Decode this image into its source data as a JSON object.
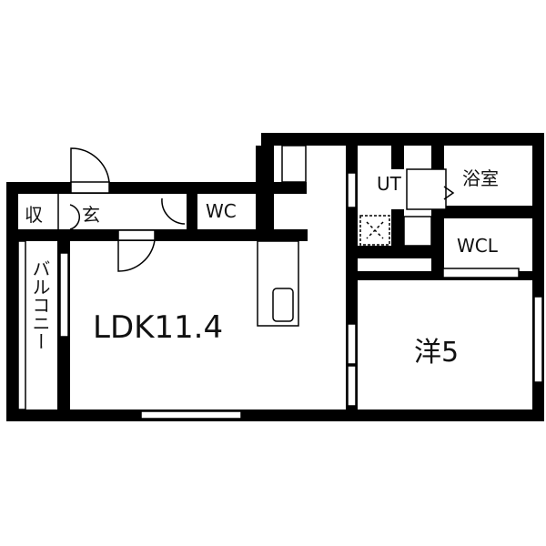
{
  "rooms": {
    "storage": "収",
    "entrance": "玄",
    "wc": "WC",
    "balcony": "バルコニー",
    "ldk": "LDK11.4",
    "ut": "UT",
    "bath": "浴室",
    "wcl": "WCL",
    "western_room": "洋5"
  },
  "colors": {
    "wall": "#000000",
    "background": "#ffffff"
  }
}
